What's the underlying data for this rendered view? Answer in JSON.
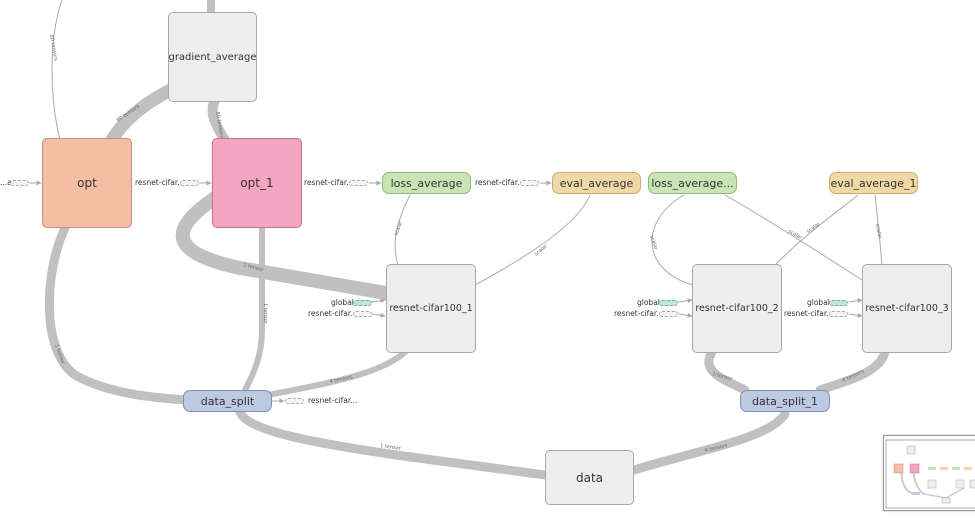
{
  "nodes": {
    "gradient_average": "gradient_average",
    "opt": "opt",
    "opt_1": "opt_1",
    "loss_average": "loss_average",
    "eval_average": "eval_average",
    "loss_average_2": "loss_average...",
    "eval_average_1": "eval_average_1",
    "resnet_cifar100_1": "resnet-cifar100_1",
    "resnet_cifar100_2": "resnet-cifar100_2",
    "resnet_cifar100_3": "resnet-cifar100_3",
    "data_split": "data_split",
    "data_split_1": "data_split_1",
    "data": "data"
  },
  "stubs": {
    "opt_in": "...ar...",
    "opt_to_opt1": "resnet-cifar...",
    "opt1_to_loss": "resnet-cifar...",
    "loss_to_eval": "resnet-cifar...",
    "r1_global": "global",
    "r1_resnet": "resnet-cifar...",
    "r2_global": "global",
    "r2_resnet": "resnet-cifar...",
    "r3_global": "global",
    "r3_resnet": "resnet-cifar...",
    "split_out": "resnet-cifar..."
  },
  "edge_labels": {
    "tensors_80": "80 tensors",
    "tensors_1": "1 tensor",
    "tensors_4": "4 tensors",
    "scalar": "scalar"
  },
  "colors": {
    "opt": "#f4bea4",
    "opt_border": "#c98e73",
    "opt_1": "#f4a5c1",
    "opt_1_border": "#c7758f",
    "loss": "#c9e5b5",
    "loss_border": "#8fbb74",
    "eval": "#f0d9a7",
    "eval_border": "#c9ad6c",
    "meta": "#eeeeee",
    "meta_border": "#a8a8a8",
    "split": "#bdc8e1",
    "split_border": "#7f8fb6",
    "edge": "#c0c0c0"
  }
}
